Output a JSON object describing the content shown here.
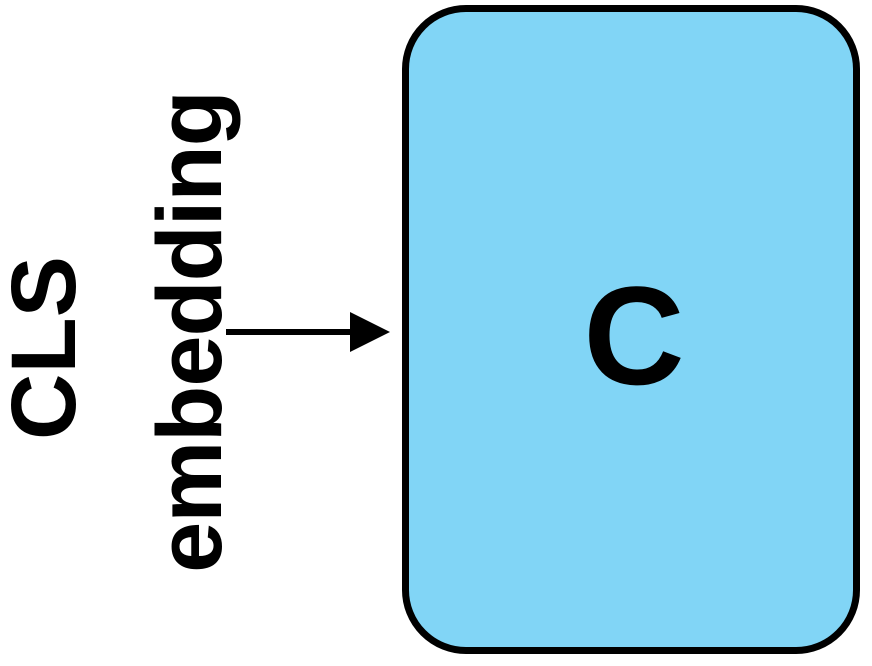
{
  "input_label": {
    "line1": "CLS",
    "line2": "embedding"
  },
  "box": {
    "label": "C",
    "fill_color": "#81d5f6",
    "border_color": "#000000"
  },
  "arrow": {
    "color": "#000000"
  }
}
